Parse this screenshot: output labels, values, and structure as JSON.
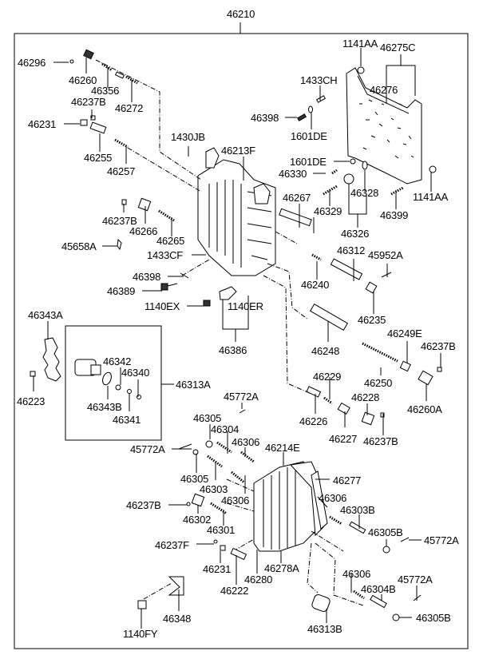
{
  "diagram": {
    "title": "Transmission Valve Body Assembly",
    "assembly_number": "46210",
    "subassembly_box_label": "46313A",
    "labels": [
      {
        "id": "46210",
        "text": "46210"
      },
      {
        "id": "46296",
        "text": "46296"
      },
      {
        "id": "46260",
        "text": "46260"
      },
      {
        "id": "46356",
        "text": "46356"
      },
      {
        "id": "46237B_a",
        "text": "46237B"
      },
      {
        "id": "46272",
        "text": "46272"
      },
      {
        "id": "46231_a",
        "text": "46231"
      },
      {
        "id": "46255",
        "text": "46255"
      },
      {
        "id": "46257",
        "text": "46257"
      },
      {
        "id": "1430JB",
        "text": "1430JB"
      },
      {
        "id": "46213F",
        "text": "46213F"
      },
      {
        "id": "1141AA_a",
        "text": "1141AA"
      },
      {
        "id": "46275C",
        "text": "46275C"
      },
      {
        "id": "46276",
        "text": "46276"
      },
      {
        "id": "1433CH",
        "text": "1433CH"
      },
      {
        "id": "46398_a",
        "text": "46398"
      },
      {
        "id": "1601DE_a",
        "text": "1601DE"
      },
      {
        "id": "1601DE_b",
        "text": "1601DE"
      },
      {
        "id": "46330",
        "text": "46330"
      },
      {
        "id": "46328",
        "text": "46328"
      },
      {
        "id": "1141AA_b",
        "text": "1141AA"
      },
      {
        "id": "46267",
        "text": "46267"
      },
      {
        "id": "46329",
        "text": "46329"
      },
      {
        "id": "46399",
        "text": "46399"
      },
      {
        "id": "46326",
        "text": "46326"
      },
      {
        "id": "46237B_b",
        "text": "46237B"
      },
      {
        "id": "46266",
        "text": "46266"
      },
      {
        "id": "46265",
        "text": "46265"
      },
      {
        "id": "45658A",
        "text": "45658A"
      },
      {
        "id": "1433CF",
        "text": "1433CF"
      },
      {
        "id": "46312",
        "text": "46312"
      },
      {
        "id": "45952A",
        "text": "45952A"
      },
      {
        "id": "46240",
        "text": "46240"
      },
      {
        "id": "46398_b",
        "text": "46398"
      },
      {
        "id": "46389",
        "text": "46389"
      },
      {
        "id": "46235",
        "text": "46235"
      },
      {
        "id": "1140EX",
        "text": "1140EX"
      },
      {
        "id": "1140ER",
        "text": "1140ER"
      },
      {
        "id": "46386",
        "text": "46386"
      },
      {
        "id": "46343A",
        "text": "46343A"
      },
      {
        "id": "46248",
        "text": "46248"
      },
      {
        "id": "46249E",
        "text": "46249E"
      },
      {
        "id": "46237B_c",
        "text": "46237B"
      },
      {
        "id": "46342",
        "text": "46342"
      },
      {
        "id": "46340",
        "text": "46340"
      },
      {
        "id": "46313A",
        "text": "46313A"
      },
      {
        "id": "46223",
        "text": "46223"
      },
      {
        "id": "46343B",
        "text": "46343B"
      },
      {
        "id": "46341",
        "text": "46341"
      },
      {
        "id": "46250",
        "text": "46250"
      },
      {
        "id": "46229",
        "text": "46229"
      },
      {
        "id": "46260A",
        "text": "46260A"
      },
      {
        "id": "46228",
        "text": "46228"
      },
      {
        "id": "46226",
        "text": "46226"
      },
      {
        "id": "46227",
        "text": "46227"
      },
      {
        "id": "46237B_d",
        "text": "46237B"
      },
      {
        "id": "45772A_a",
        "text": "45772A"
      },
      {
        "id": "46305_a",
        "text": "46305"
      },
      {
        "id": "46304",
        "text": "46304"
      },
      {
        "id": "46306_a",
        "text": "46306"
      },
      {
        "id": "46214E",
        "text": "46214E"
      },
      {
        "id": "45772A_b",
        "text": "45772A"
      },
      {
        "id": "46305_b",
        "text": "46305"
      },
      {
        "id": "46303",
        "text": "46303"
      },
      {
        "id": "46277",
        "text": "46277"
      },
      {
        "id": "46306_b",
        "text": "46306"
      },
      {
        "id": "46306_c",
        "text": "46306"
      },
      {
        "id": "46303B",
        "text": "46303B"
      },
      {
        "id": "46237B_e",
        "text": "46237B"
      },
      {
        "id": "46302",
        "text": "46302"
      },
      {
        "id": "46301",
        "text": "46301"
      },
      {
        "id": "46305B_a",
        "text": "46305B"
      },
      {
        "id": "45772A_c",
        "text": "45772A"
      },
      {
        "id": "46237F",
        "text": "46237F"
      },
      {
        "id": "46278A",
        "text": "46278A"
      },
      {
        "id": "46231_b",
        "text": "46231"
      },
      {
        "id": "46280",
        "text": "46280"
      },
      {
        "id": "46222",
        "text": "46222"
      },
      {
        "id": "46306_d",
        "text": "46306"
      },
      {
        "id": "45772A_d",
        "text": "45772A"
      },
      {
        "id": "46304B",
        "text": "46304B"
      },
      {
        "id": "46348",
        "text": "46348"
      },
      {
        "id": "46313B",
        "text": "46313B"
      },
      {
        "id": "46305B_b",
        "text": "46305B"
      },
      {
        "id": "1140FY",
        "text": "1140FY"
      }
    ]
  }
}
